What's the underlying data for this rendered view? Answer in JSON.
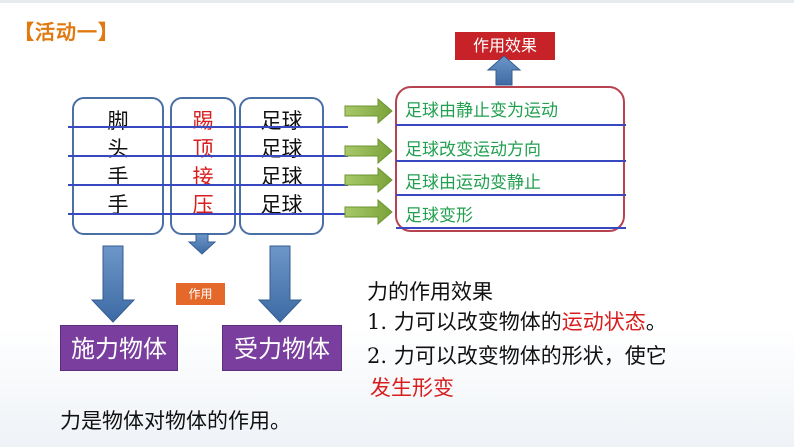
{
  "activity_label": "【活动一】",
  "effect_badge": "作用效果",
  "small_badge": "作用",
  "columns": {
    "agents": [
      "脚",
      "头",
      "手",
      "手"
    ],
    "actions": [
      "踢",
      "顶",
      "接",
      "压"
    ],
    "receivers": [
      "足球",
      "足球",
      "足球",
      "足球"
    ]
  },
  "results": [
    "足球由静止变为运动",
    "足球改变运动方向",
    "足球由运动变静止",
    "足球变形"
  ],
  "agent_label": "施力物体",
  "receiver_label": "受力物体",
  "summary": {
    "heading": "力的作用效果",
    "point1_prefix": "1. 力可以改变物体的",
    "point1_highlight": "运动状态",
    "point1_suffix": "。",
    "point2_line1": "2. 力可以改变物体的形状，使它",
    "point2_highlight": "发生形变"
  },
  "definition": "力是物体对物体的作用。",
  "colors": {
    "accent_orange": "#e07a10",
    "badge_red": "#c72228",
    "result_green": "#22a050",
    "purple": "#7a3e9e",
    "line_blue": "#3848c0",
    "highlight_red": "#d81e1e"
  }
}
